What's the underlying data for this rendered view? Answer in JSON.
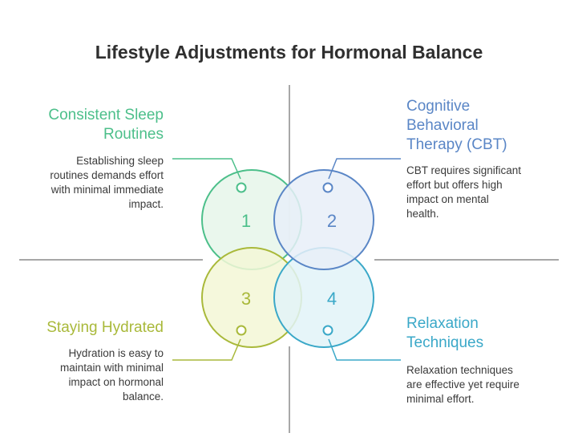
{
  "title": "Lifestyle Adjustments for Hormonal Balance",
  "items": [
    {
      "number": "1",
      "heading_lines": [
        "Consistent Sleep",
        "Routines"
      ],
      "description_lines": [
        "Establishing sleep",
        "routines demands effort",
        "with minimal immediate",
        "impact."
      ],
      "color": "#4cbf8a",
      "fill": "#e6f6ea"
    },
    {
      "number": "2",
      "heading_lines": [
        "Cognitive",
        "Behavioral",
        "Therapy (CBT)"
      ],
      "description_lines": [
        "CBT requires significant",
        "effort but offers high",
        "impact on mental",
        "health."
      ],
      "color": "#5a86c6",
      "fill": "#e7eef8"
    },
    {
      "number": "3",
      "heading_lines": [
        "Staying Hydrated"
      ],
      "description_lines": [
        "Hydration is easy to",
        "maintain with minimal",
        "impact on hormonal",
        "balance."
      ],
      "color": "#a9b93a",
      "fill": "#f3f7d6"
    },
    {
      "number": "4",
      "heading_lines": [
        "Relaxation",
        "Techniques"
      ],
      "description_lines": [
        "Relaxation techniques",
        "are effective yet require",
        "minimal effort."
      ],
      "color": "#3aa8c8",
      "fill": "#e2f3f8"
    }
  ],
  "axis_color": "#8a8a8a"
}
